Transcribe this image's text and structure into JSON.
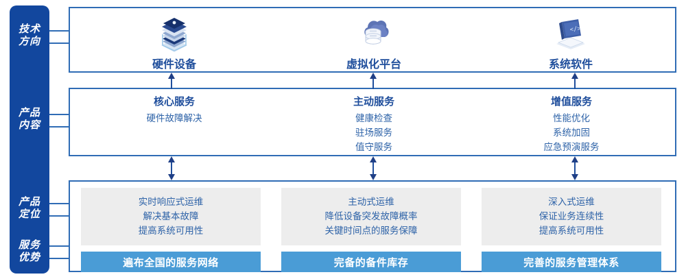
{
  "rail": {
    "labels": [
      {
        "name": "tech-direction",
        "line1": "技术",
        "line2": "方向"
      },
      {
        "name": "product-content",
        "line1": "产品",
        "line2": "内容"
      },
      {
        "name": "product-position",
        "line1": "产品",
        "line2": "定位"
      },
      {
        "name": "service-advantage",
        "line1": "服务",
        "line2": "优势"
      }
    ]
  },
  "colors": {
    "rail_blue": "#12479E",
    "border_blue": "#2F6CB5",
    "title_blue": "#1F4E9C",
    "text_blue": "#2E63A8",
    "bar_blue": "#4A9CD6",
    "card_grey": "#EDEDED"
  },
  "tech_row": {
    "columns": [
      {
        "icon": "server-stack-icon",
        "label": "硬件设备"
      },
      {
        "icon": "cloud-database-icon",
        "label": "虚拟化平台"
      },
      {
        "icon": "laptop-code-icon",
        "label": "系统软件"
      }
    ]
  },
  "content_row": {
    "columns": [
      {
        "title": "核心服务",
        "items": [
          "硬件故障解决"
        ]
      },
      {
        "title": "主动服务",
        "items": [
          "健康检查",
          "驻场服务",
          "值守服务"
        ]
      },
      {
        "title": "增值服务",
        "items": [
          "性能优化",
          "系统加固",
          "应急预演服务"
        ]
      }
    ]
  },
  "bottom_row": {
    "columns": [
      {
        "lines": [
          "实时响应式运维",
          "解决基本故障",
          "提高系统可用性"
        ],
        "bar": "遍布全国的服务网络"
      },
      {
        "lines": [
          "主动式运维",
          "降低设备突发故障概率",
          "关键时间点的服务保障"
        ],
        "bar": "完备的备件库存"
      },
      {
        "lines": [
          "深入式运维",
          "保证业务连续性",
          "提高系统可用性"
        ],
        "bar": "完善的服务管理体系"
      }
    ]
  }
}
